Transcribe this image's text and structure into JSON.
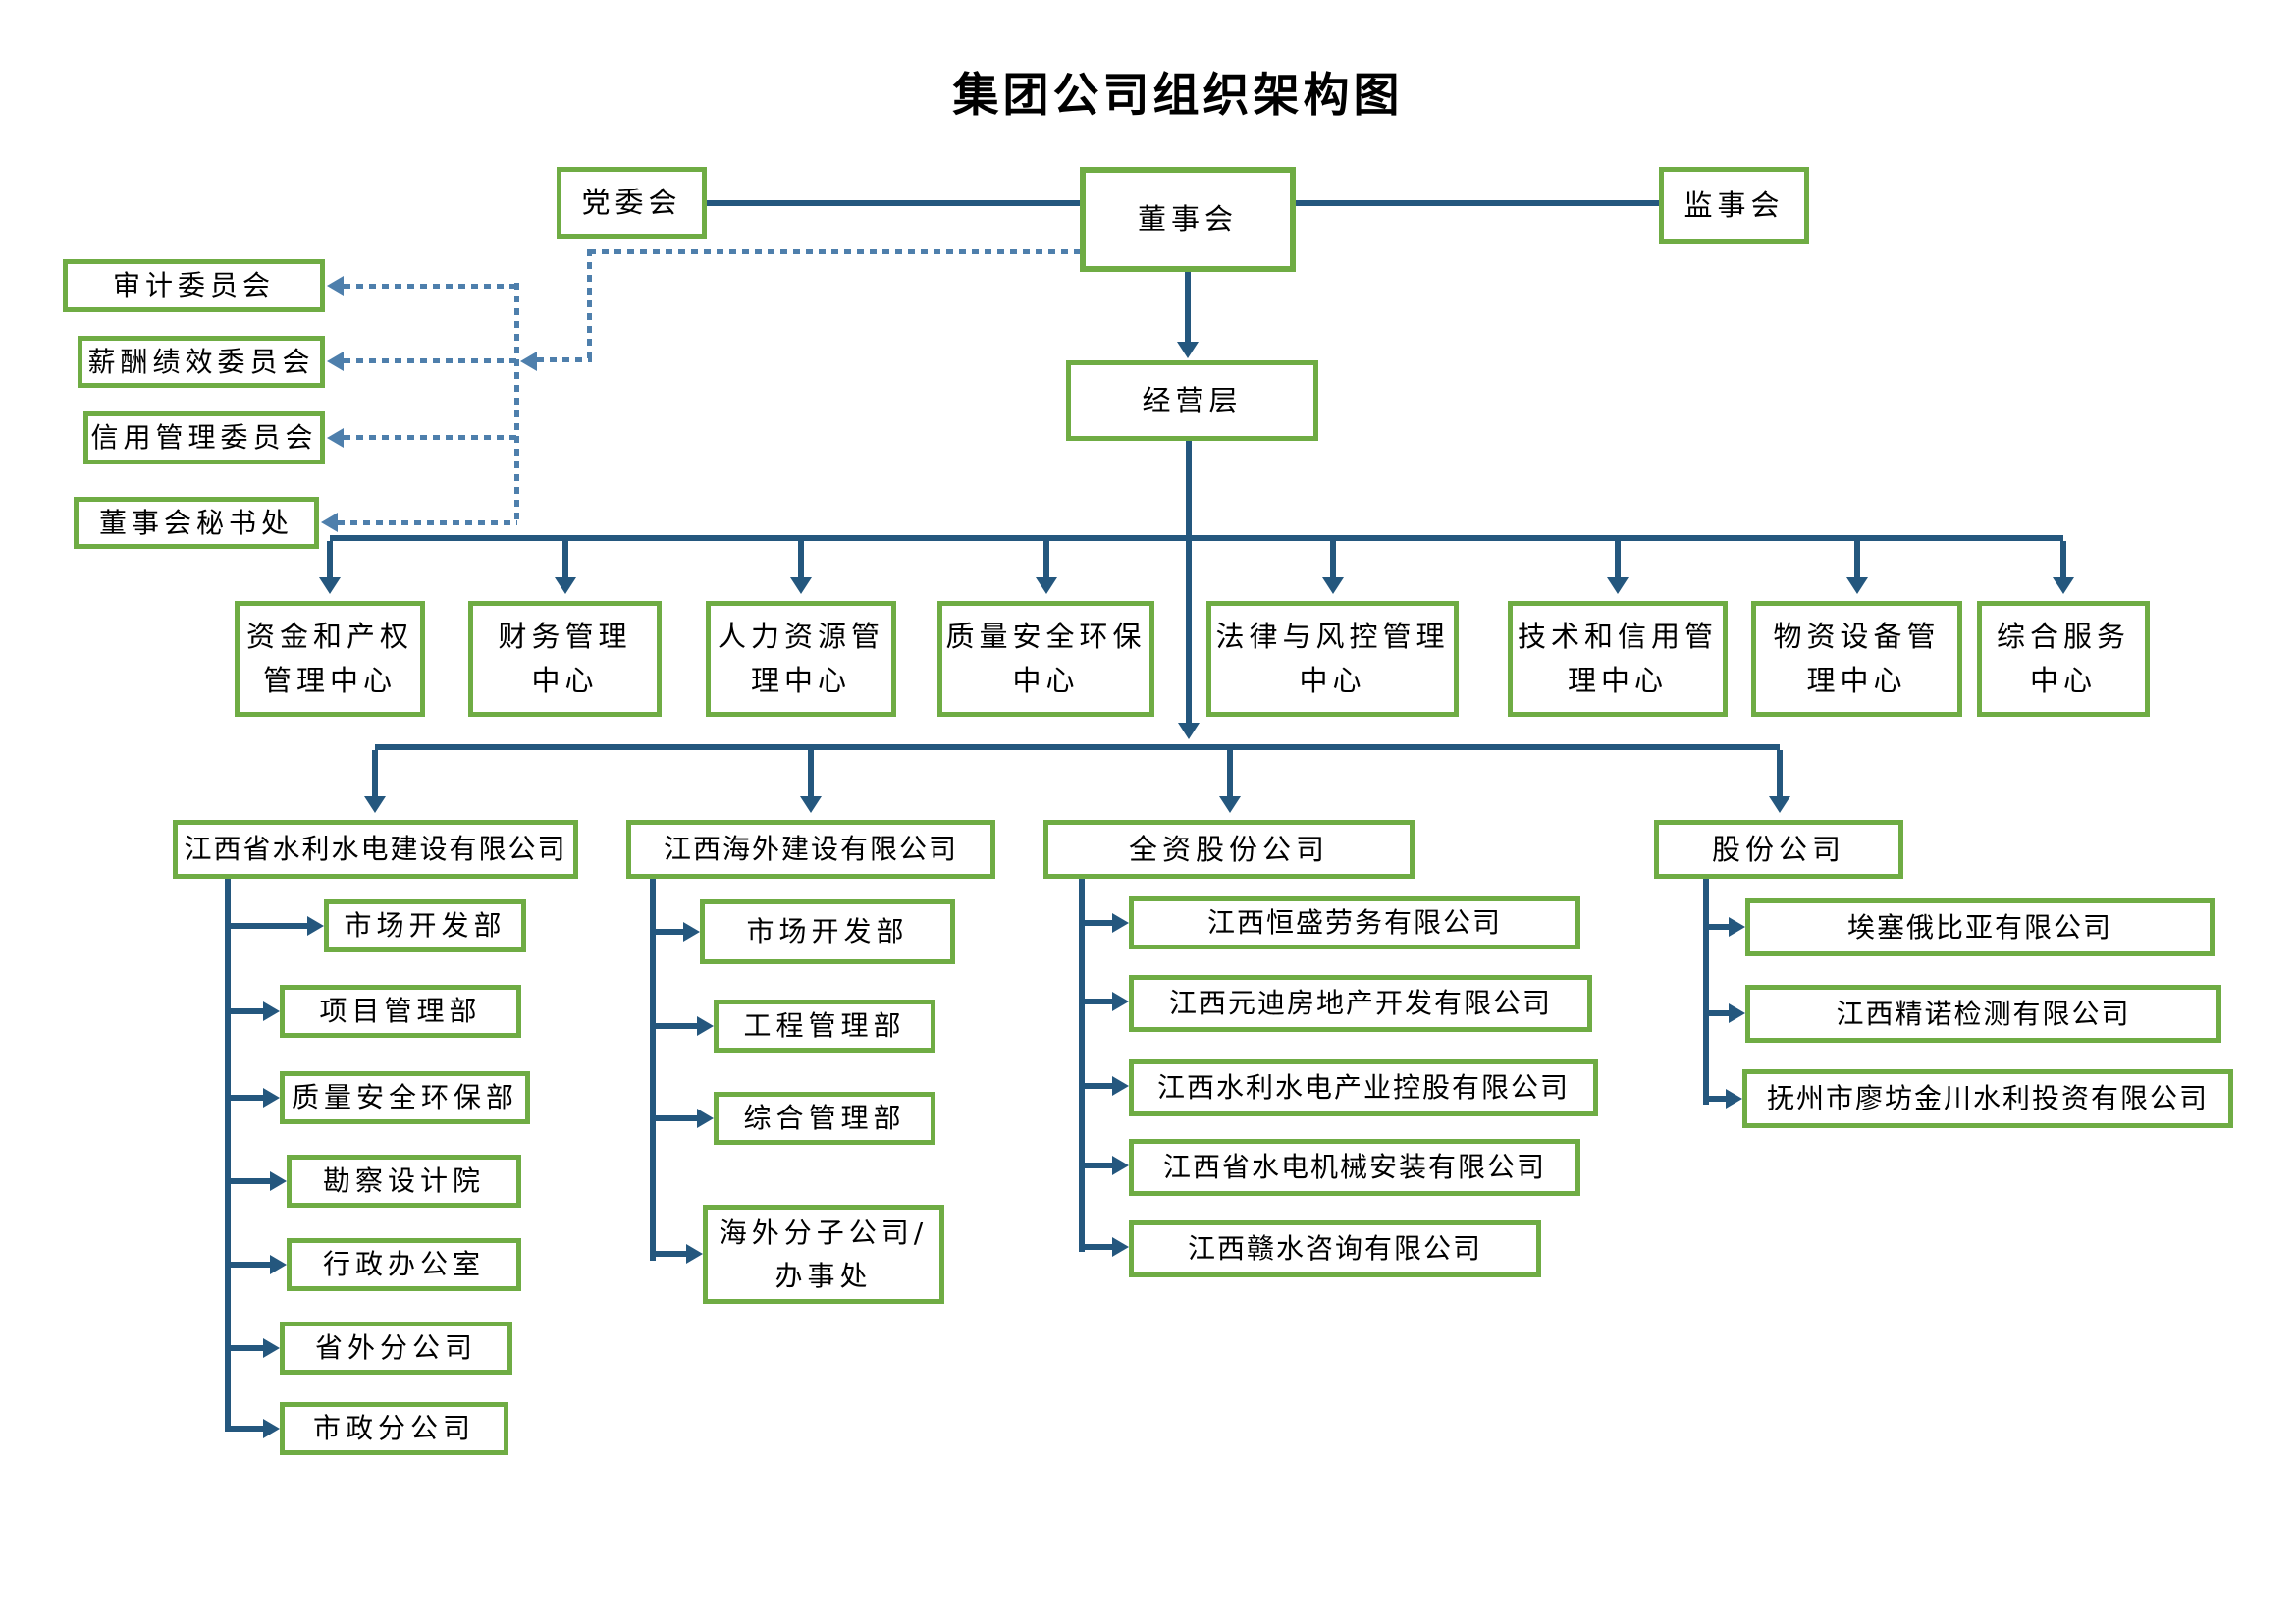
{
  "title": "集团公司组织架构图",
  "top": {
    "party_committee": "党委会",
    "board": "董事会",
    "supervisory": "监事会"
  },
  "committees": [
    "审计委员会",
    "薪酬绩效委员会",
    "信用管理委员会",
    "董事会秘书处"
  ],
  "management": "经营层",
  "centers": [
    "资金和产权\n管理中心",
    "财务管理\n中心",
    "人力资源管\n理中心",
    "质量安全环保\n中心",
    "法律与风控管理\n中心",
    "技术和信用管\n理中心",
    "物资设备管\n理中心",
    "综合服务\n中心"
  ],
  "groups": [
    {
      "name": "江西省水利水电建设有限公司",
      "children": [
        "市场开发部",
        "项目管理部",
        "质量安全环保部",
        "勘察设计院",
        "行政办公室",
        "省外分公司",
        "市政分公司"
      ]
    },
    {
      "name": "江西海外建设有限公司",
      "children": [
        "市场开发部",
        "工程管理部",
        "综合管理部",
        "海外分子公司/\n办事处"
      ]
    },
    {
      "name": "全资股份公司",
      "children": [
        "江西恒盛劳务有限公司",
        "江西元迪房地产开发有限公司",
        "江西水利水电产业控股有限公司",
        "江西省水电机械安装有限公司",
        "江西赣水咨询有限公司"
      ]
    },
    {
      "name": "股份公司",
      "children": [
        "埃塞俄比亚有限公司",
        "江西精诺检测有限公司",
        "抚州市廖坊金川水利投资有限公司"
      ]
    }
  ],
  "colors": {
    "box_border_green": "#6fac44",
    "solid_line_blue": "#24577e",
    "dotted_line_steel": "#4e7fac"
  }
}
